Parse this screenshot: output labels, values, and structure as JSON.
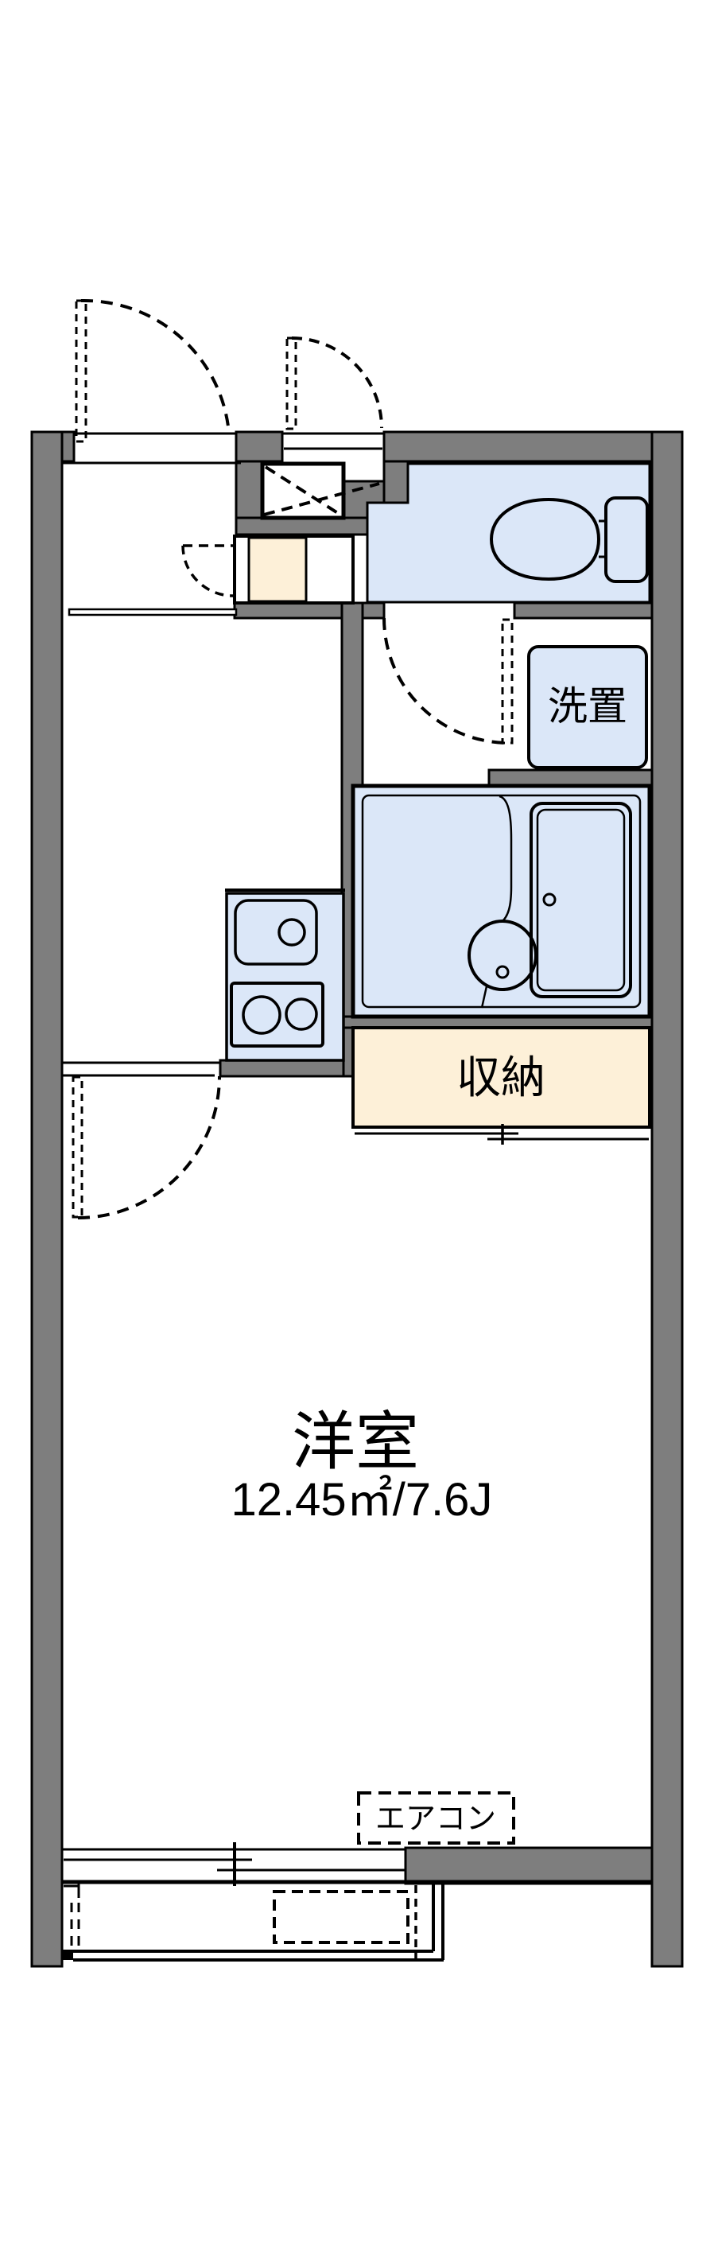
{
  "floor_plan": {
    "room": {
      "name": "洋室",
      "size": "12.45㎡/7.6J"
    },
    "labels": {
      "laundry": "洗置",
      "storage": "収納",
      "aircon": "エアコン"
    },
    "colors": {
      "wall_fill": "#7e7e7e",
      "wet_area_fill": "#dbe7f8",
      "storage_fill": "#fdf0d8",
      "line": "#000000",
      "background": "#ffffff"
    }
  }
}
